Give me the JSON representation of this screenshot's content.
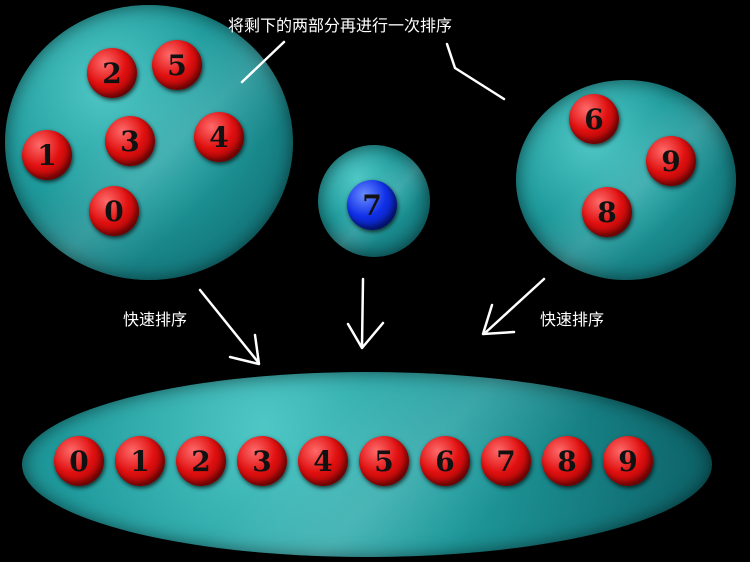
{
  "caption_top": "将剩下的两部分再进行一次排序",
  "caption_left": "快速排序",
  "caption_right": "快速排序",
  "left_group": [
    "2",
    "5",
    "1",
    "3",
    "4",
    "0"
  ],
  "pivot": "7",
  "right_group": [
    "6",
    "9",
    "8"
  ],
  "sorted": [
    "0",
    "1",
    "2",
    "3",
    "4",
    "5",
    "6",
    "7",
    "8",
    "9"
  ],
  "colors": {
    "background": "#000000",
    "bubble": "#1f9a9c",
    "ball": "#e01010",
    "pivot_ball": "#1030e8"
  }
}
